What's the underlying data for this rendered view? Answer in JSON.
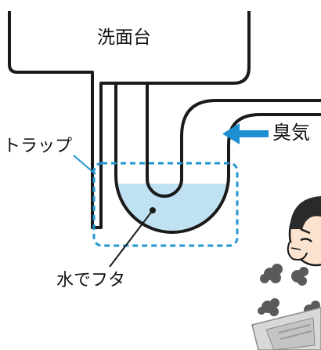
{
  "labels": {
    "sink": "洗面台",
    "odor": "臭気",
    "trap": "トラップ",
    "water_seal": "水でフタ"
  },
  "colors": {
    "pipe_outline": "#1a1a1a",
    "water": "#bfe1f2",
    "trap_box": "#2196d3",
    "arrow": "#1b8fd2",
    "odor_cloud": "#5a5a5a",
    "floor_drain": "#d8d8d8"
  },
  "icons": {
    "arrow": "arrow-left-icon",
    "person": "person-smelling-icon",
    "odor": "odor-cloud-icon",
    "drain": "floor-drain-icon"
  }
}
